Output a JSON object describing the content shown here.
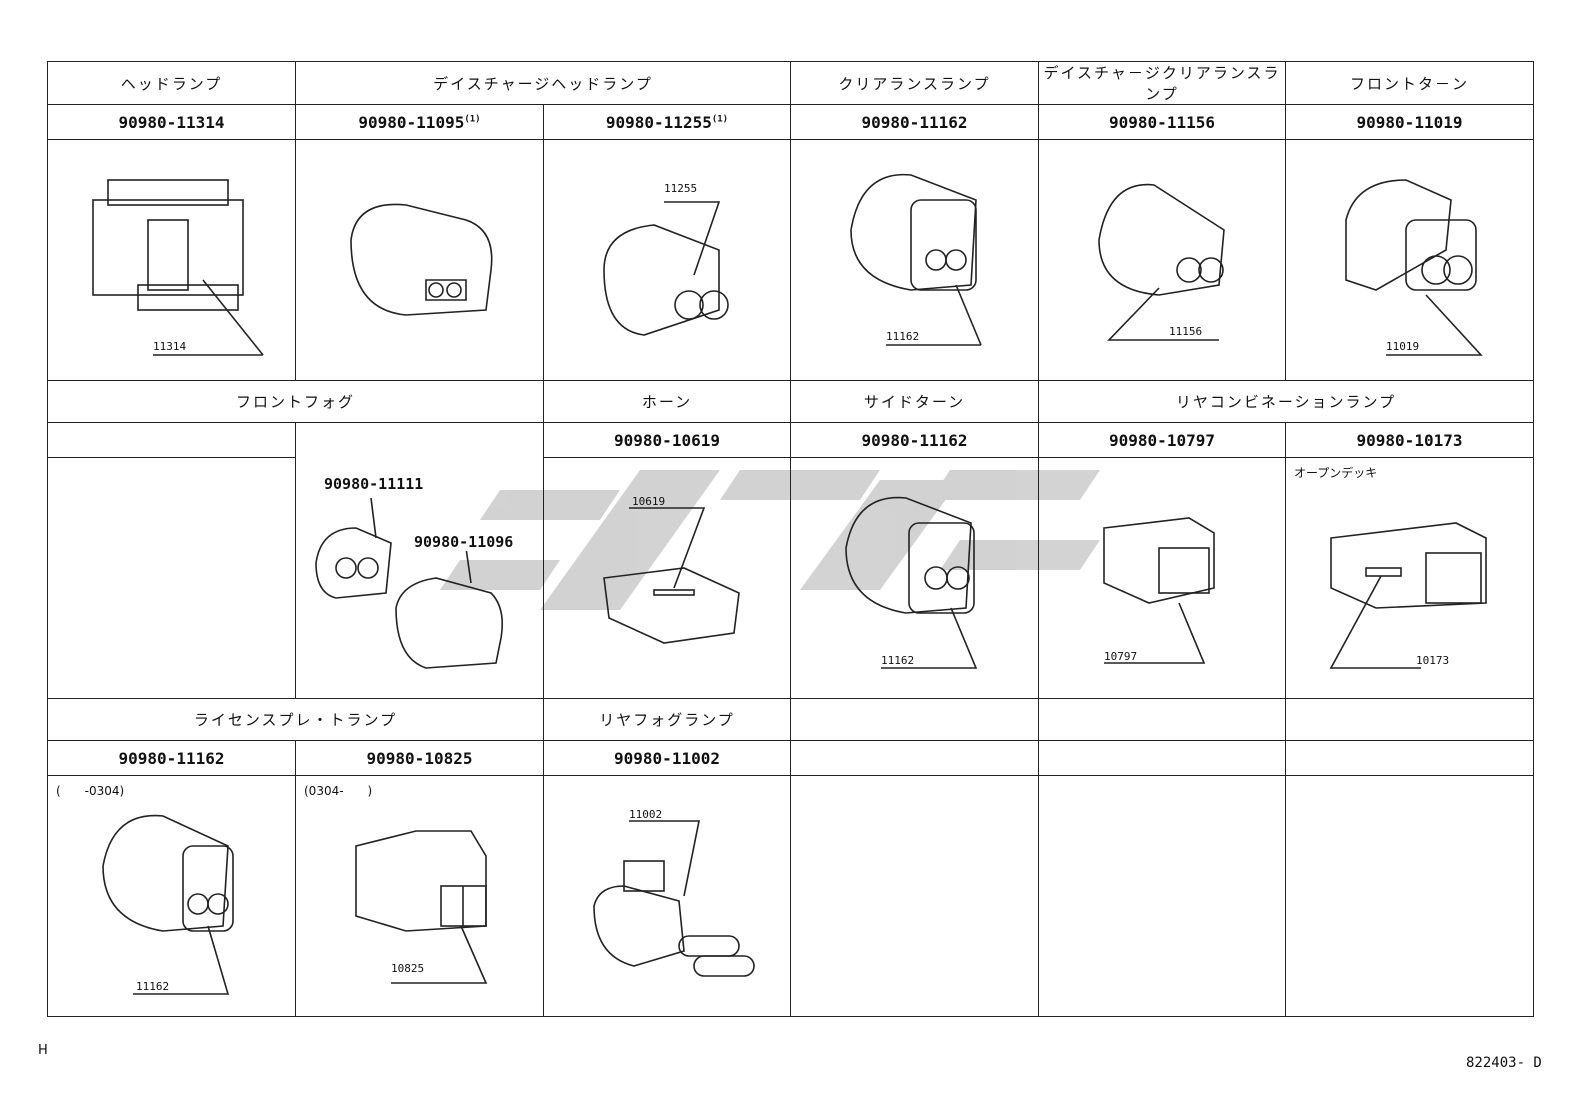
{
  "rows": [
    {
      "headers": [
        "ヘッドランプ",
        "デイスチャージヘッドランプ",
        "クリアランスランプ",
        "デイスチャ－ジクリアランスランプ",
        "フロントタ－ン"
      ],
      "parts": [
        "90980-11314",
        "90980-11095",
        "90980-11255",
        "90980-11162",
        "90980-11156",
        "90980-11019"
      ],
      "part_suffixes": [
        "",
        "(1)",
        "(1)",
        "",
        "",
        ""
      ],
      "callouts": [
        "11314",
        "",
        "11255",
        "11162",
        "11156",
        "11019"
      ]
    },
    {
      "headers": [
        "フロントフォグ",
        "ホーン",
        "サイドターン",
        "リヤコンビネーションランプ"
      ],
      "parts": [
        "",
        "",
        "90980-10619",
        "90980-11162",
        "90980-10797",
        "90980-10173"
      ],
      "inline_parts": [
        "90980-11111",
        "90980-11096"
      ],
      "callouts": [
        "",
        "",
        "10619",
        "11162",
        "10797",
        "10173"
      ],
      "note": "オープンデッキ"
    },
    {
      "headers": [
        "ライセンスプレ・トランプ",
        "リヤフォグランプ",
        "",
        "",
        ""
      ],
      "parts": [
        "90980-11162",
        "90980-10825",
        "90980-11002",
        "",
        "",
        ""
      ],
      "notes": [
        "(　　-0304)",
        "(0304-　　)"
      ],
      "callouts": [
        "11162",
        "10825",
        "11002"
      ]
    }
  ],
  "footer": {
    "left": "H",
    "right": "822403- D"
  },
  "colors": {
    "line": "#222222",
    "watermark": "#c8c8c8"
  }
}
